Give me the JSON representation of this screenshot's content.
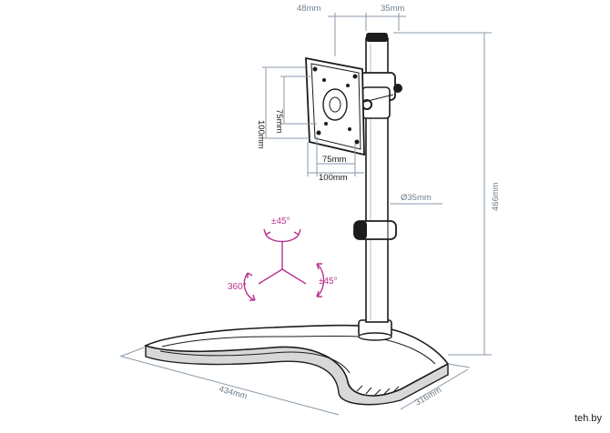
{
  "dimensions": {
    "offset_top_left": "48mm",
    "offset_top_right": "35mm",
    "vesa_inner_vertical": "75mm",
    "vesa_outer_vertical": "100mm",
    "vesa_inner_horizontal": "75mm",
    "vesa_outer_horizontal": "100mm",
    "pole_diameter": "Ø35mm",
    "total_height": "466mm",
    "base_width": "434mm",
    "base_depth": "316mm"
  },
  "rotation": {
    "tilt": "±45°",
    "swivel": "±45°",
    "rotate": "360°"
  },
  "watermark": {
    "prefix": "teh",
    "dot": ".",
    "suffix": "by"
  },
  "colors": {
    "dimension": "#8a9aa8",
    "rotation_accent": "#b8338f",
    "ink": "#1c1c1c"
  }
}
